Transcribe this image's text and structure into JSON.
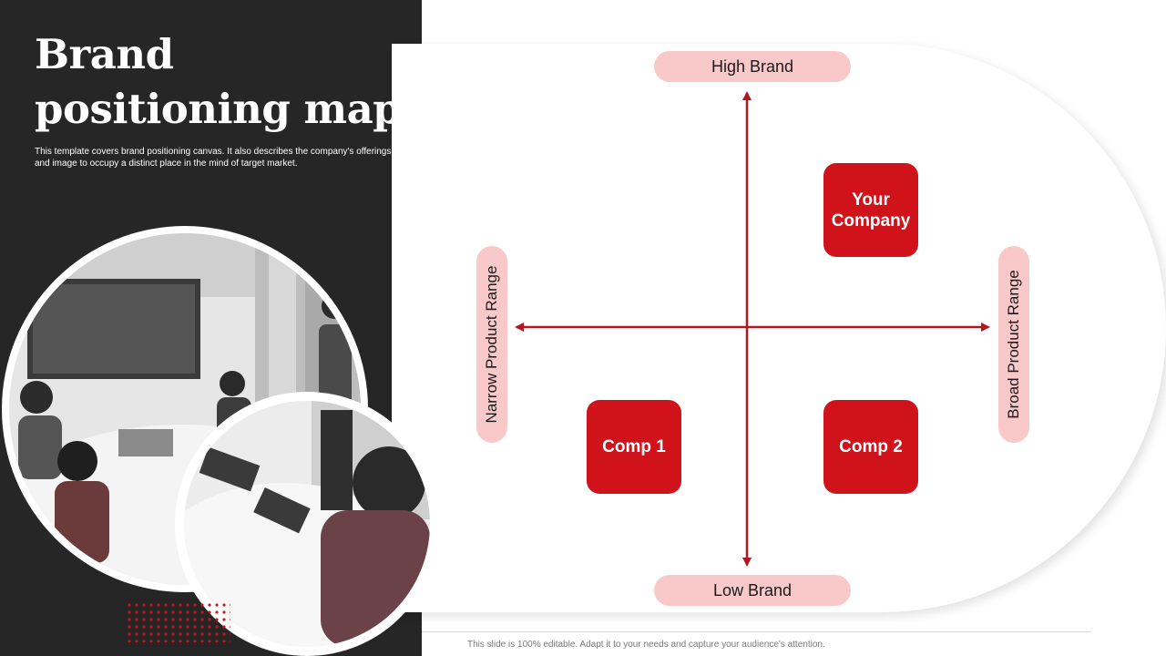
{
  "slide": {
    "title_line1": "Brand",
    "title_line2": "positioning map",
    "description": "This template covers brand positioning canvas. It also describes the company's offerings and image to occupy a distinct place in the mind of target market."
  },
  "map": {
    "top_label": "High Brand",
    "bottom_label": "Low Brand",
    "left_label": "Narrow Product Range",
    "right_label": "Broad Product Range",
    "quadrants": {
      "your_company": "Your Company",
      "comp1": "Comp 1",
      "comp2": "Comp 2"
    }
  },
  "footer": {
    "text": "This slide is 100% editable. Adapt it to your needs and capture your audience's attention."
  },
  "colors": {
    "accent": "#d0121b",
    "pill": "#f9c9c9",
    "dark_panel": "#262626"
  }
}
